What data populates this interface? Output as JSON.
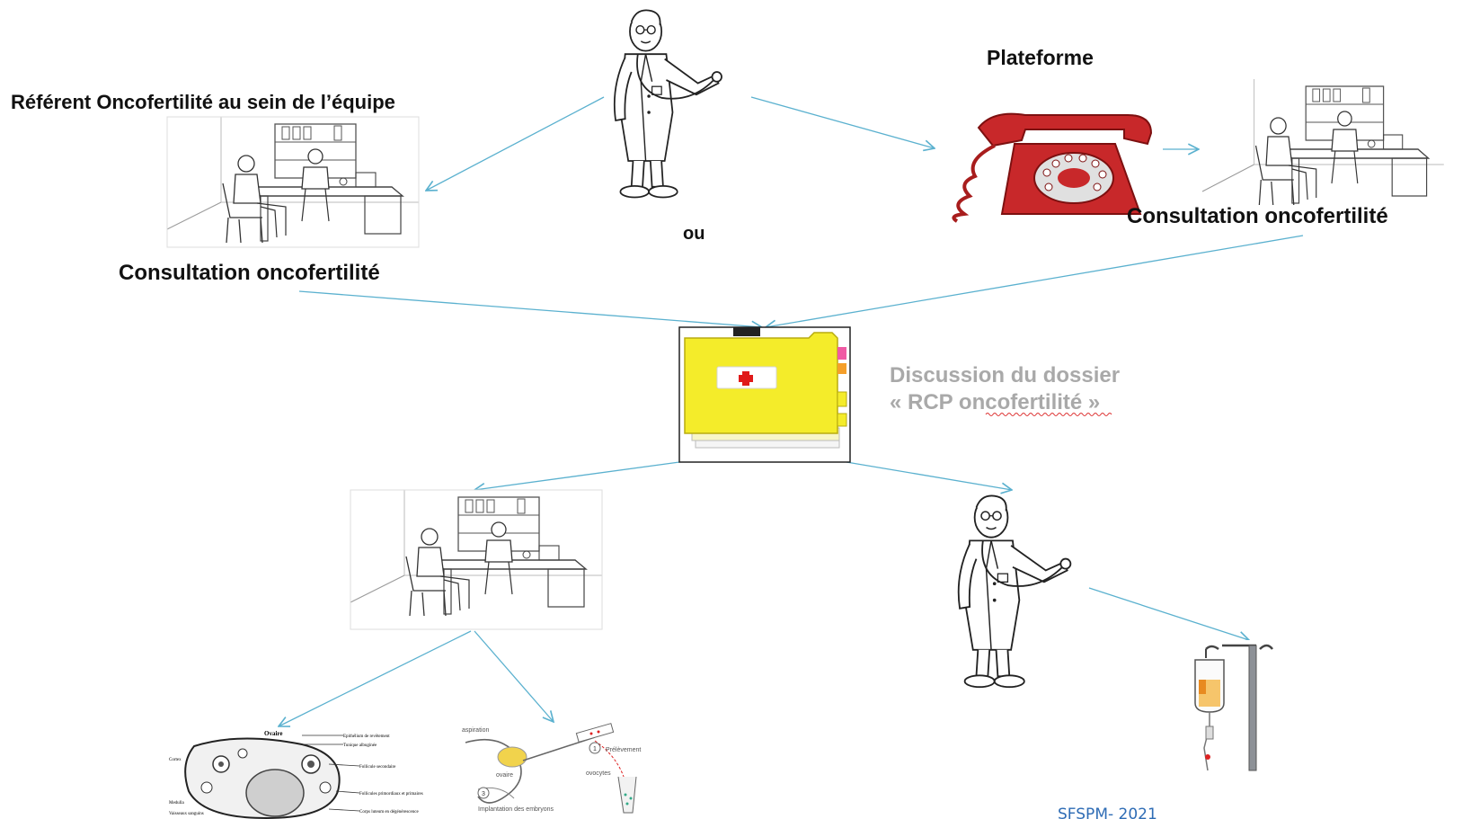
{
  "labels": {
    "referent": "Référent Oncofertilité au sein de l’équipe",
    "plateforme": "Plateforme",
    "ou": "ou",
    "consultation_left": "Consultation oncofertilité",
    "consultation_right": "Consultation oncofertilité",
    "discussion_line1": "Discussion du dossier",
    "discussion_line2": "« RCP oncofertilité »",
    "footer": "SFSPM- 2021"
  },
  "ovary_labels": {
    "title": "Ovaire",
    "epithelium": "Epithélium de revêtement",
    "tunique": "Tunique albuginée",
    "follicule_secondaire": "Follicule secondaire",
    "follicules_primordiaux": "Follicules primordiaux et primaires",
    "corps_jaune": "Corps luteum en dégénérescence",
    "cortex": "Cortex",
    "medulla": "Medulla",
    "vaisseaux": "Vaisseaux sanguins"
  },
  "ivf_labels": {
    "aspiration": "aspiration",
    "prelevement": "Prélèvement",
    "ovaire": "ovaire",
    "ovocytes": "ovocytes",
    "implantation": "Implantation des embryons",
    "step1": "1",
    "step3": "3"
  },
  "colors": {
    "arrow": "#5bb1cf",
    "text": "#111111",
    "discussion_text": "#a9a9a9",
    "footer_text": "#2e6cb5",
    "folder_yellow": "#f4ec2a",
    "phone_red": "#c8282a",
    "spellcheck_underline": "#d33"
  },
  "icons": [
    "doctor-stethoscope-icon",
    "consultation-office-icon",
    "red-telephone-icon",
    "medical-folder-icon",
    "ovary-diagram-icon",
    "ivf-procedure-icon",
    "iv-drip-stand-icon"
  ]
}
